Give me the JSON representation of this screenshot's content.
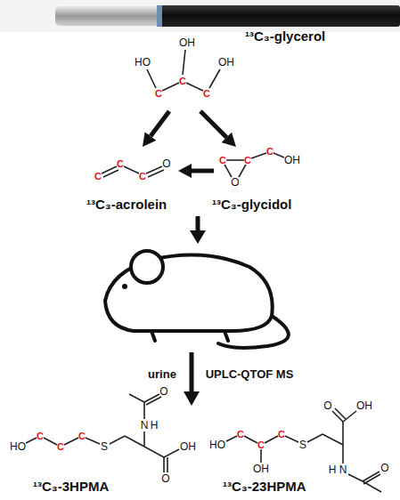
{
  "diagram": {
    "nodes": [
      {
        "text": [
          "¹³C₃-glycerol"
        ]
      },
      {
        "text": [
          "¹³C₃-acrolein"
        ]
      },
      {
        "text": [
          "¹³C₃-glycidol"
        ]
      },
      {
        "text": [
          "¹³C₃-3HPMA"
        ]
      },
      {
        "text": [
          "¹³C₃-23HPMA"
        ]
      }
    ],
    "edges": [
      {
        "from": 0,
        "to": 1,
        "arrow": "to"
      },
      {
        "from": 0,
        "to": 2,
        "arrow": "to"
      },
      {
        "from": 2,
        "to": 1,
        "arrow": "to"
      }
    ],
    "labels": [
      "HO",
      "OH",
      "OH",
      "C",
      "C",
      "C",
      "C",
      "C",
      "C",
      "O",
      "C",
      "C",
      "O",
      "C",
      "OH",
      "urine",
      "UPLC-QTOF MS",
      "HO",
      "C",
      "C",
      "C",
      "S",
      "N",
      "H",
      "O",
      "O",
      "OH",
      "HO",
      "C",
      "C",
      "C",
      "OH",
      "S",
      "O",
      "OH",
      "N",
      "H",
      "O"
    ]
  }
}
